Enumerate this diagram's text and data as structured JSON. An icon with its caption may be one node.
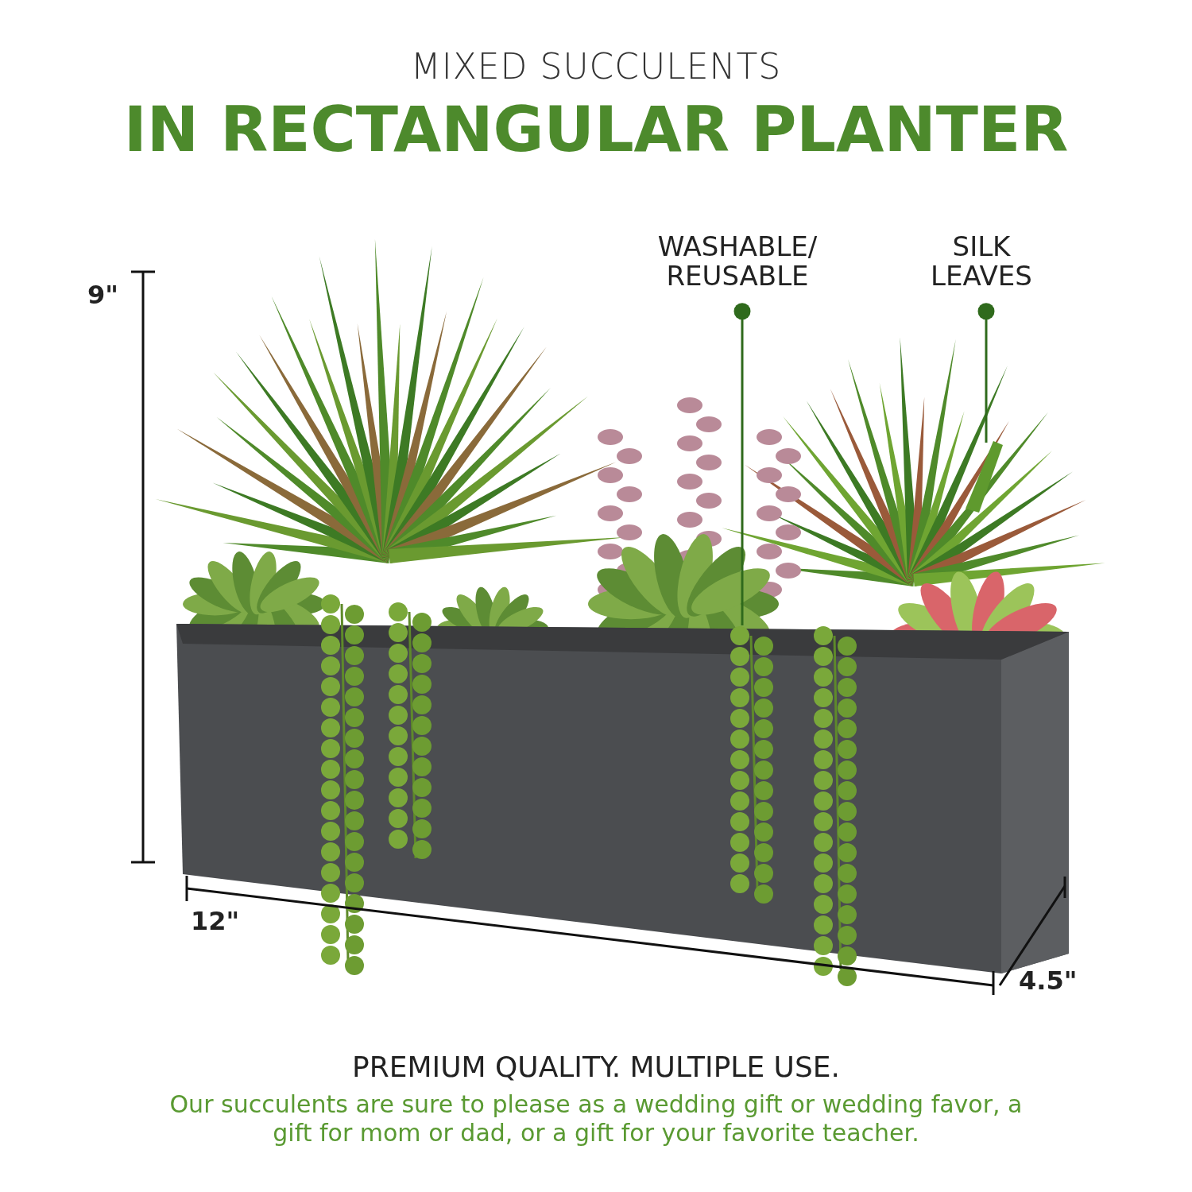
{
  "diagram": {
    "title": "MIXED SUCCULENTS",
    "caption": "Our succulents are sure to please as a wedding gift or wedding favor, a gift for mom or dad, or a gift for your favorite teacher.",
    "nodes": [
      {
        "text": [
          "WASHABLE/ REUSABLE"
        ]
      },
      {
        "text": [
          "SILK LEAVES"
        ]
      },
      {
        "text": [],
        "shape": "picture"
      },
      {
        "text": [],
        "shape": "picture"
      }
    ],
    "edges": [
      {
        "from": 0,
        "to": 2,
        "arrow": "other"
      },
      {
        "from": 1,
        "to": 3,
        "arrow": "other"
      }
    ],
    "labels": [
      "IN RECTANGULAR PLANTER",
      "9\"",
      "12\"",
      "4.5\"",
      "PREMIUM QUALITY. MULTIPLE USE."
    ]
  }
}
